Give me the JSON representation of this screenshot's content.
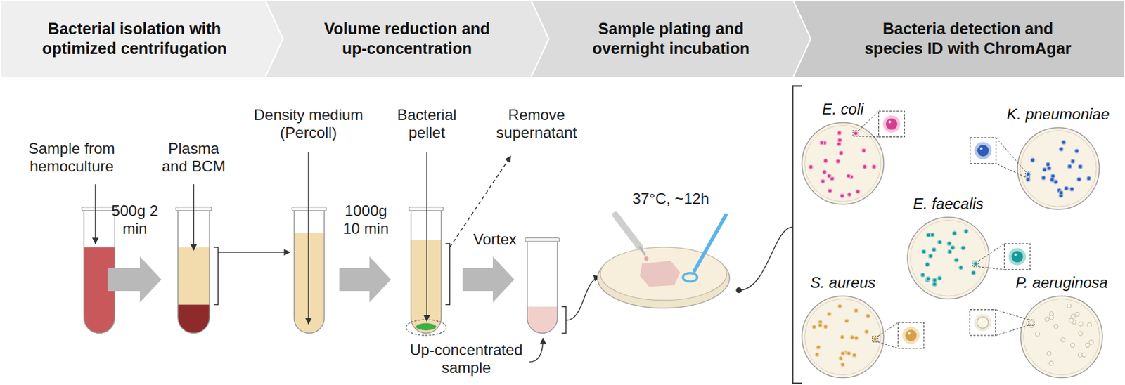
{
  "diagram": {
    "nodes": [
      {
        "text": [
          "Bacterial isolation with optimized centrifugation"
        ]
      },
      {
        "text": [
          "Volume reduction and up-concentration"
        ]
      },
      {
        "text": [
          "Sample plating and overnight incubation"
        ]
      },
      {
        "text": [
          "Bacteria detection and species ID with ChromAgar"
        ]
      },
      {
        "text": [
          "E. coli"
        ]
      },
      {
        "text": [
          "K. pneumoniae"
        ]
      },
      {
        "text": [
          "E. faecalis"
        ]
      },
      {
        "text": [
          "S. aureus"
        ]
      },
      {
        "text": [
          "P. aeruginosa"
        ]
      }
    ],
    "labels": [
      "Sample from hemoculture",
      "500g 2 min",
      "Plasma and BCM",
      "Density medium (Percoll)",
      "1000g 10 min",
      "Bacterial pellet",
      "Remove supernatant",
      "Vortex",
      "Up-concentrated sample",
      "37°C, ~12h"
    ]
  }
}
